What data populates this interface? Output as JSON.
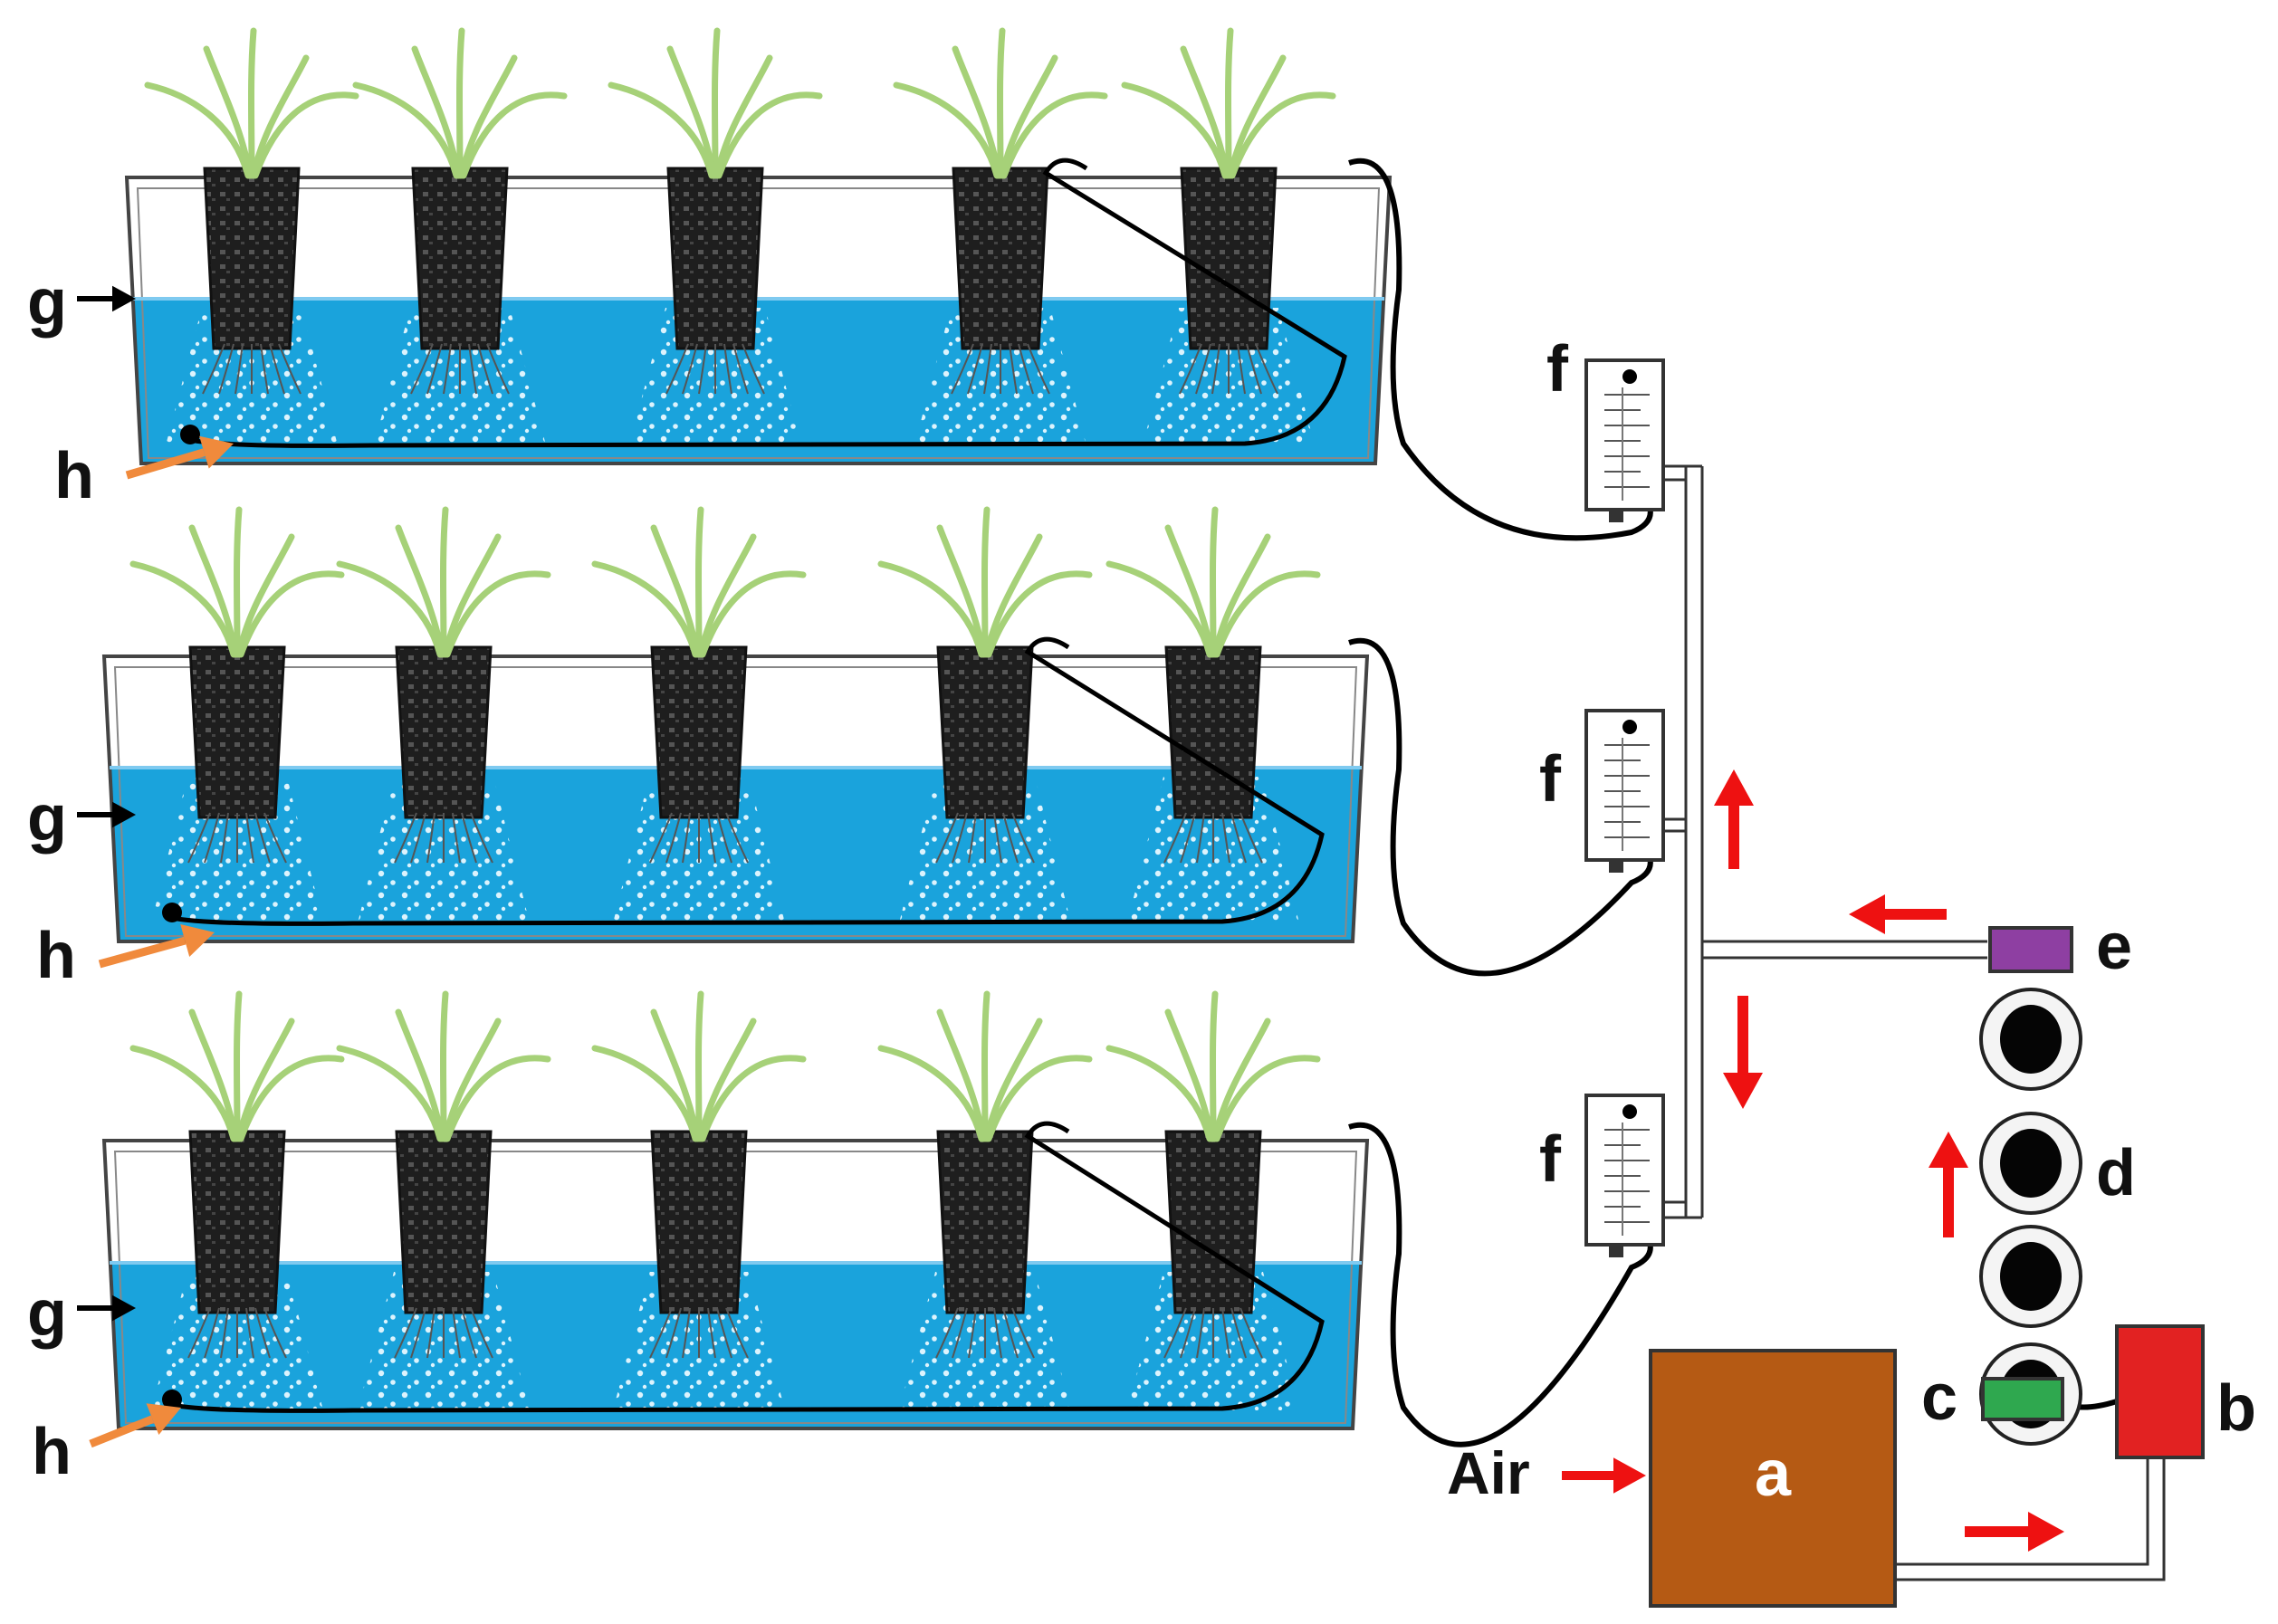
{
  "labels": {
    "g": "g",
    "h": "h",
    "f": "f",
    "e": "e",
    "d": "d",
    "c": "c",
    "b": "b",
    "a": "a",
    "air": "Air"
  },
  "colors": {
    "water": "#1aa3dc",
    "bubble": "#e6f7ff",
    "leaf": "#a6d178",
    "pot": "#1e1e1e",
    "tube": "#000000",
    "compressor": "#b55a14",
    "filter_b": "#e22222",
    "valve_c": "#2fa84f",
    "manifold_e": "#8e3fa2",
    "flow_arrow": "#ee1111",
    "pointer_h": "#f08a3c",
    "pointer_g": "#000000"
  },
  "icons": [
    "plant-icon",
    "net-pot-icon",
    "air-stone-icon",
    "flow-meter-icon",
    "filter-cartridge-icon",
    "compressor-icon"
  ]
}
